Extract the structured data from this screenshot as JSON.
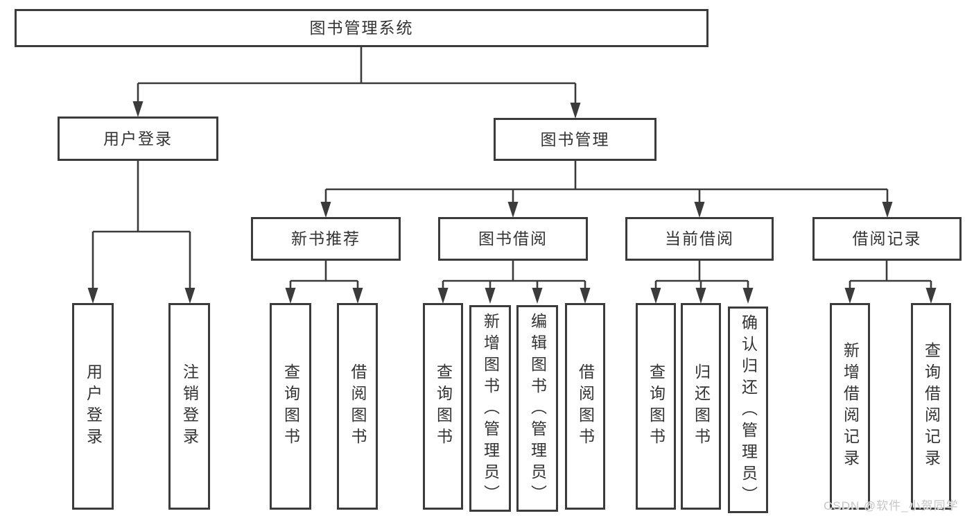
{
  "colors": {
    "line": "#3b3b3b",
    "box_border": "#3b3b3b",
    "text": "#333333",
    "background": "#ffffff",
    "watermark": "#c6c6c6"
  },
  "watermark": "CSDN @软件_小贺同学",
  "tree": {
    "label": "图书管理系统",
    "children": [
      {
        "label": "用户登录",
        "children": [
          {
            "label": "用户登录"
          },
          {
            "label": "注销登录"
          }
        ]
      },
      {
        "label": "图书管理",
        "children": [
          {
            "label": "新书推荐",
            "children": [
              {
                "label": "查询图书"
              },
              {
                "label": "借阅图书"
              }
            ]
          },
          {
            "label": "图书借阅",
            "children": [
              {
                "label": "查询图书"
              },
              {
                "label": "新增图书（管理员）"
              },
              {
                "label": "编辑图书（管理员）"
              },
              {
                "label": "借阅图书"
              }
            ]
          },
          {
            "label": "当前借阅",
            "children": [
              {
                "label": "查询图书"
              },
              {
                "label": "归还图书"
              },
              {
                "label": "确认归还（管理员）"
              }
            ]
          },
          {
            "label": "借阅记录",
            "children": [
              {
                "label": "新增借阅记录"
              },
              {
                "label": "查询借阅记录"
              }
            ]
          }
        ]
      }
    ]
  }
}
